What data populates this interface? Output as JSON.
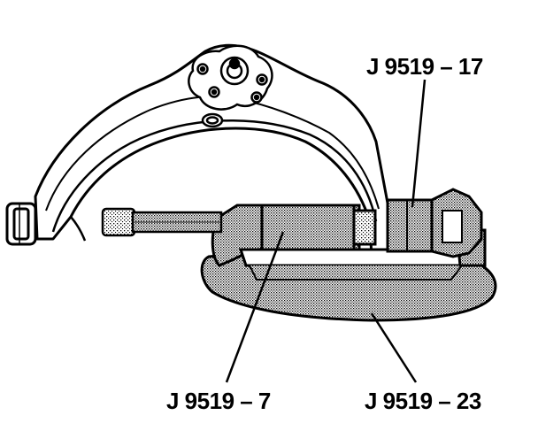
{
  "labels": {
    "tool_17": "J 9519 – 17",
    "tool_7": "J 9519 – 7",
    "tool_23": "J 9519 – 23"
  },
  "colors": {
    "ink": "#000000",
    "paper": "#ffffff",
    "stipple": "#9a9a9a"
  }
}
